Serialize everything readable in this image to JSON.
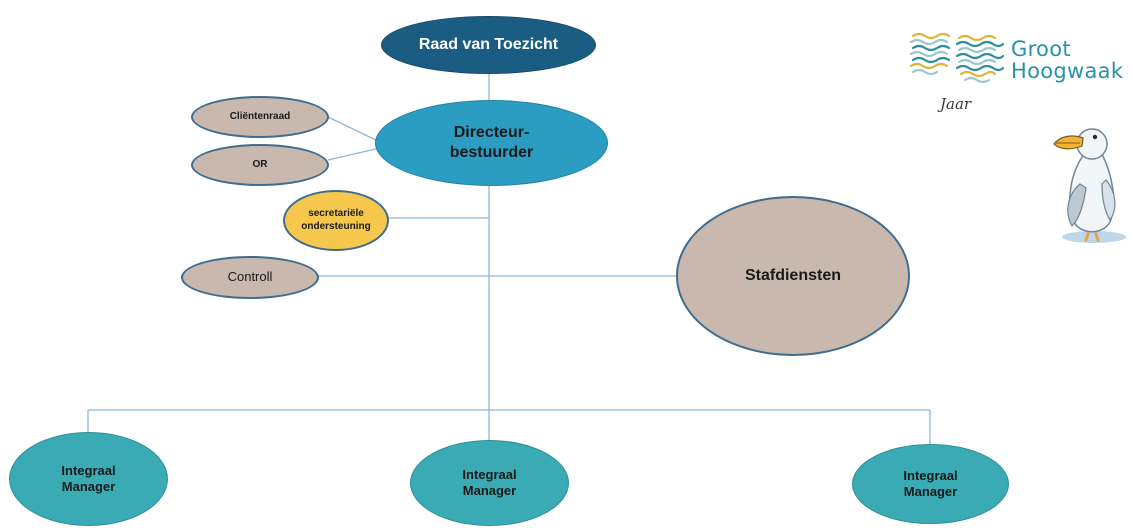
{
  "nodes": {
    "raad": "Raad van Toezicht",
    "directeur_line1": "Directeur-",
    "directeur_line2": "bestuurder",
    "clientenraad": "Cliëntenraad",
    "or": "OR",
    "secretariele_line1": "secretariële",
    "secretariele_line2": "ondersteuning",
    "controll": "Controll",
    "stafdiensten": "Stafdiensten",
    "manager_left_line1": "Integraal",
    "manager_left_line2": "Manager",
    "manager_center_line1": "Integraal",
    "manager_center_line2": "Manager",
    "manager_right_line1": "Integraal",
    "manager_right_line2": "Manager"
  },
  "logo": {
    "line1": "Groot",
    "line2": "Hoogwaak",
    "script": "Jaar"
  },
  "colors": {
    "dark_blue": "#1b5d82",
    "blue": "#2b9cc2",
    "grey_beige": "#c9b8ad",
    "yellow": "#f6c74d",
    "teal": "#3aabb4",
    "connector": "#8fb6d6",
    "logo_teal": "#2793a6"
  },
  "icons": [
    "wave-logo-icon",
    "seagull-mascot-icon"
  ]
}
